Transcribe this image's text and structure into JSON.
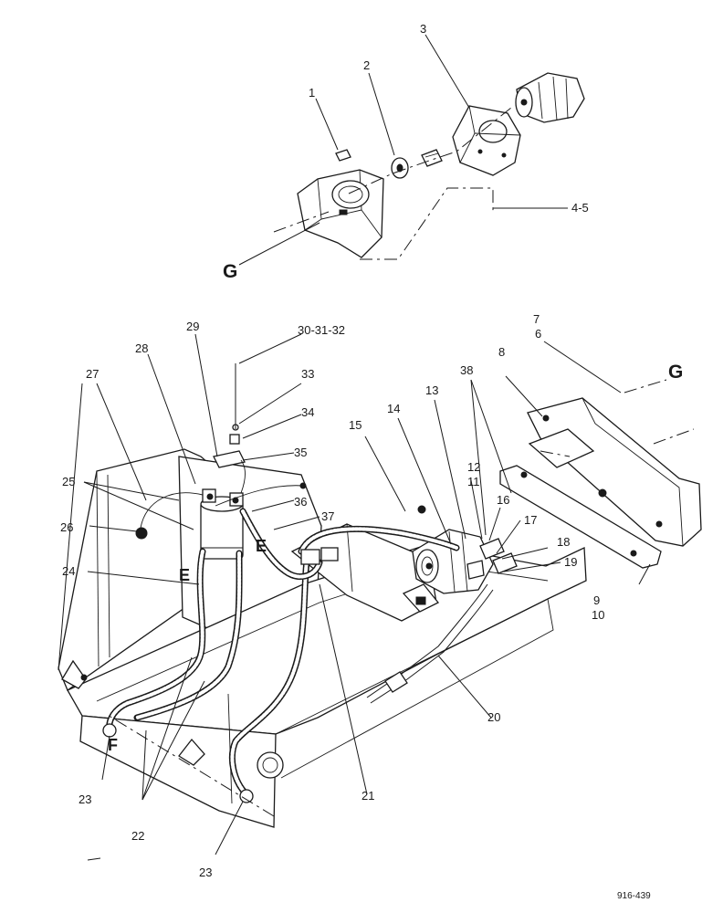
{
  "callouts": {
    "c1": "1",
    "c2": "2",
    "c3": "3",
    "c4_5": "4-5",
    "c6": "6",
    "c7": "7",
    "c8": "8",
    "c9": "9",
    "c10": "10",
    "c11": "11",
    "c12": "12",
    "c13": "13",
    "c14": "14",
    "c15": "15",
    "c16": "16",
    "c17": "17",
    "c18": "18",
    "c19": "19",
    "c20": "20",
    "c21": "21",
    "c22": "22",
    "c23a": "23",
    "c23b": "23",
    "c24": "24",
    "c25": "25",
    "c26": "26",
    "c27": "27",
    "c28": "28",
    "c29": "29",
    "c30_32": "30-31-32",
    "c33": "33",
    "c34": "34",
    "c35": "35",
    "c36": "36",
    "c37": "37",
    "c38": "38"
  },
  "markers": {
    "g_top": "G",
    "g_right": "G",
    "e_left": "E",
    "e_right": "E",
    "f": "F"
  },
  "figure_ref": "916-439"
}
